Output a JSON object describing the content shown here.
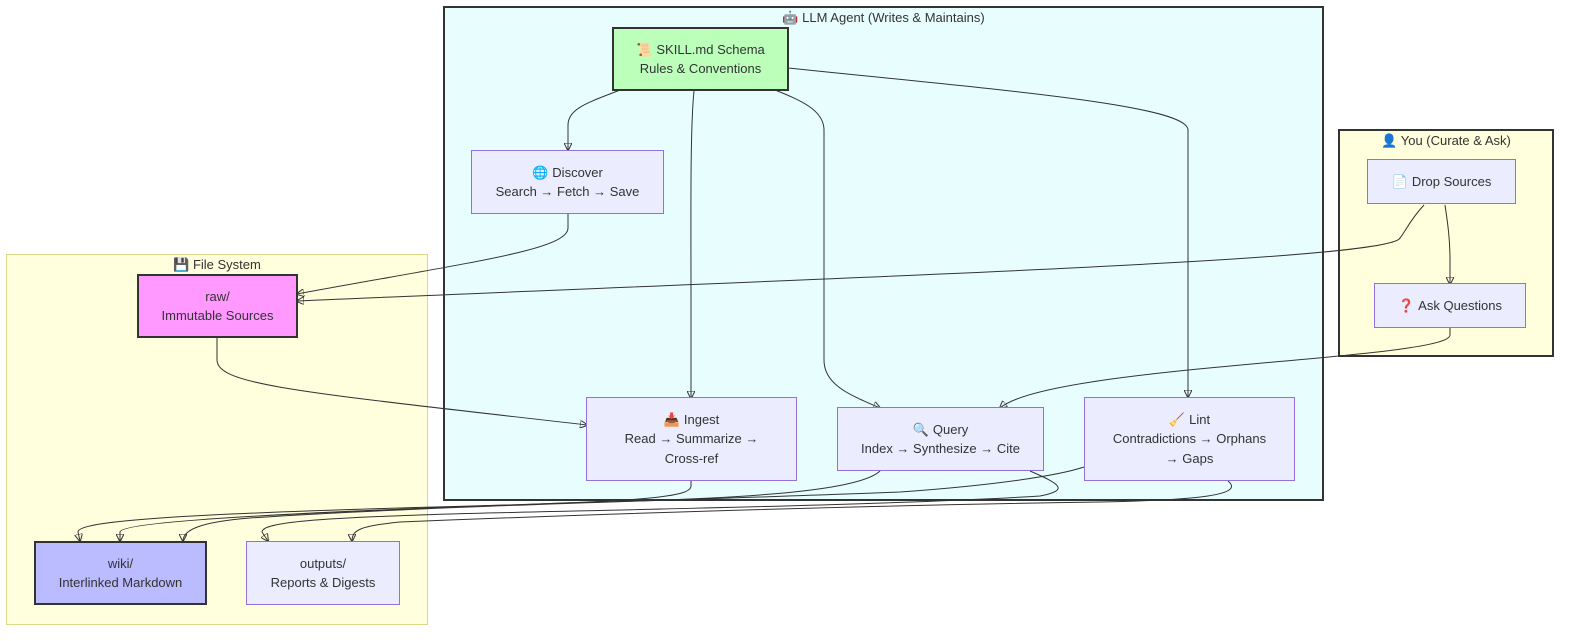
{
  "clusters": {
    "agent": {
      "icon": "🤖",
      "title": "LLM Agent (Writes & Maintains)"
    },
    "you": {
      "icon": "👤",
      "title": "You (Curate & Ask)"
    },
    "fs": {
      "icon": "💾",
      "title": "File System"
    }
  },
  "nodes": {
    "skill": {
      "icon": "📜",
      "line1": "SKILL.md Schema",
      "line2": "Rules & Conventions"
    },
    "discover": {
      "icon": "🌐",
      "line1": "Discover",
      "line2": "Search → Fetch → Save"
    },
    "ingest": {
      "icon": "📥",
      "line1": "Ingest",
      "line2": "Read → Summarize →",
      "line3": "Cross-ref"
    },
    "query": {
      "icon": "🔍",
      "line1": "Query",
      "line2": "Index → Synthesize → Cite"
    },
    "lint": {
      "icon": "🧹",
      "line1": "Lint",
      "line2": "Contradictions → Orphans",
      "line3": "→ Gaps"
    },
    "drop": {
      "icon": "📄",
      "line1": "Drop Sources"
    },
    "ask": {
      "icon": "❓",
      "line1": "Ask Questions"
    },
    "raw": {
      "line1": "raw/",
      "line2": "Immutable Sources"
    },
    "wiki": {
      "line1": "wiki/",
      "line2": "Interlinked Markdown"
    },
    "outputs": {
      "line1": "outputs/",
      "line2": "Reports & Digests"
    }
  },
  "edges": [
    {
      "from": "skill",
      "to": "discover"
    },
    {
      "from": "skill",
      "to": "ingest"
    },
    {
      "from": "skill",
      "to": "query"
    },
    {
      "from": "skill",
      "to": "lint"
    },
    {
      "from": "discover",
      "to": "raw"
    },
    {
      "from": "drop",
      "to": "raw"
    },
    {
      "from": "drop",
      "to": "ask"
    },
    {
      "from": "ask",
      "to": "query"
    },
    {
      "from": "raw",
      "to": "ingest"
    },
    {
      "from": "ingest",
      "to": "wiki"
    },
    {
      "from": "query",
      "to": "wiki"
    },
    {
      "from": "query",
      "to": "outputs"
    },
    {
      "from": "lint",
      "to": "wiki"
    },
    {
      "from": "lint",
      "to": "outputs"
    }
  ],
  "colors": {
    "agent_fill": "#E8FEFE",
    "agent_stroke": "#333333",
    "you_fill": "#FFFEDD",
    "you_stroke": "#333333",
    "fs_fill": "#FFFEDD",
    "fs_stroke": "#D9D98A",
    "node_fill": "#ECECFF",
    "node_stroke": "#9370DB",
    "skill_fill": "#BBFFBB",
    "raw_fill": "#FF99FF",
    "wiki_fill": "#BBBBFF",
    "edge": "#333333"
  }
}
